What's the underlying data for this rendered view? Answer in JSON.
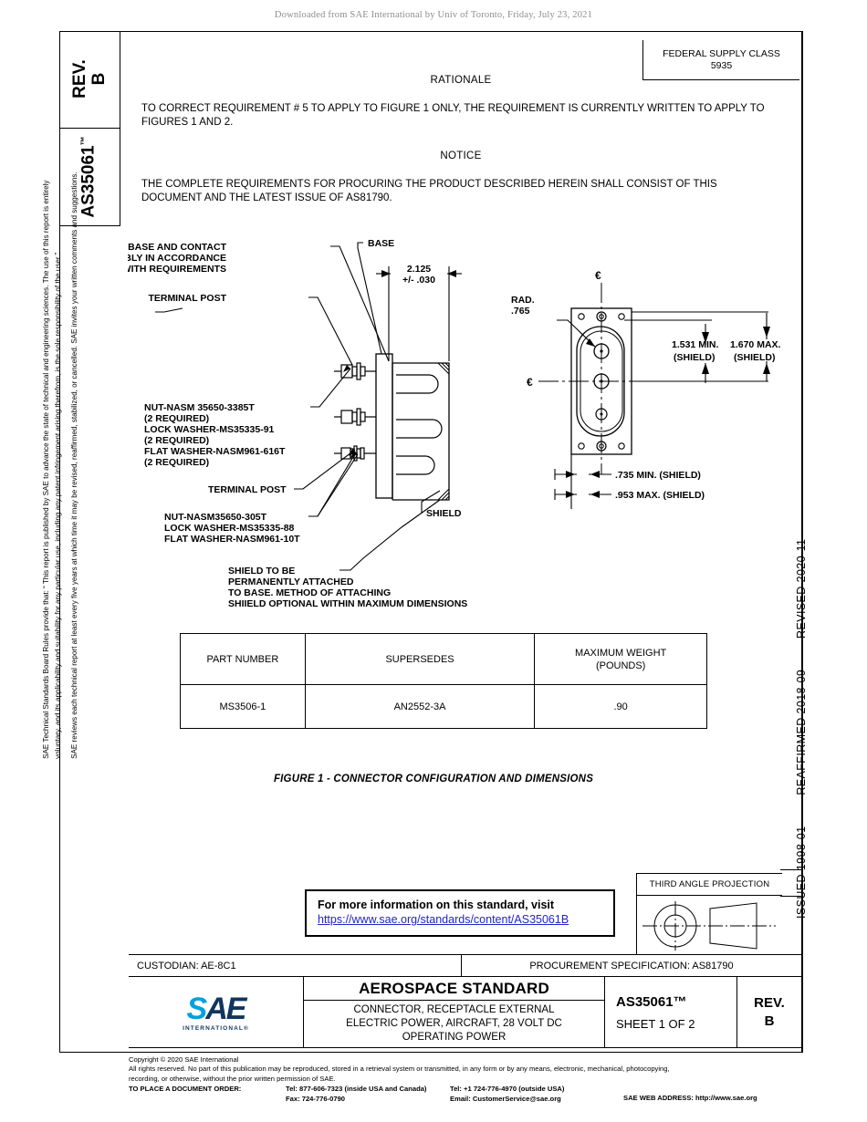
{
  "banner": {
    "text": "Downloaded from SAE International by Univ of Toronto, Friday, July 23, 2021"
  },
  "tabs": {
    "rev_label": "REV.",
    "rev_value": "B",
    "doc_number": "AS35061",
    "trademark": "™"
  },
  "margin": {
    "legal_line1": "SAE Technical Standards Board Rules provide that: “ This report is published by SAE to advance the state of technical and engineering sciences. The use of this report is entirely",
    "legal_line2": "voluntary, and its applicability and suitability for any particular use, including any patent infringement arising therefrom, is the sole responsibility of the user.”",
    "legal_line3": "SAE reviews each technical report at least every five years at which time it may be revised, reaffirmed, stabilized, or cancelled. SAE invites your written comments and suggestions.",
    "revised": "REVISED 2020-11",
    "reaffirmed": "REAFFIRMED 2018-09",
    "issued": "ISSUED 1998-01"
  },
  "fsc": {
    "title": "FEDERAL SUPPLY CLASS",
    "code": "5935"
  },
  "content": {
    "rationale_heading": "RATIONALE",
    "rationale_text": "TO CORRECT REQUIREMENT # 5 TO APPLY TO FIGURE 1 ONLY, THE REQUIREMENT IS CURRENTLY WRITTEN TO APPLY TO FIGURES 1 AND 2.",
    "notice_heading": "NOTICE",
    "notice_text": "THE COMPLETE REQUIREMENTS FOR PROCURING THE PRODUCT DESCRIBED HEREIN SHALL CONSIST OF THIS DOCUMENT AND THE LATEST ISSUE OF AS81790."
  },
  "drawing": {
    "label_base": "BASE",
    "label_base_contact_1": "BASE AND CONTACT",
    "label_base_contact_2": "ASSEMBLY IN ACCORDANCE",
    "label_base_contact_3": "WITH REQUIREMENTS",
    "label_terminal_post_top": "TERMINAL POST",
    "hw_top_1": "NUT-NASM 35650-3385T",
    "hw_top_2": "(2 REQUIRED)",
    "hw_top_3": "LOCK WASHER-MS35335-91",
    "hw_top_4": "(2 REQUIRED)",
    "hw_top_5": "FLAT WASHER-NASM961-616T",
    "hw_top_6": "(2 REQUIRED)",
    "label_terminal_post_mid": "TERMINAL POST",
    "hw_bot_1": "NUT-NASM35650-305T",
    "hw_bot_2": "LOCK WASHER-MS35335-88",
    "hw_bot_3": "FLAT WASHER-NASM961-10T",
    "label_shield": "SHIELD",
    "note_1": "SHIELD TO BE",
    "note_2": "PERMANENTLY ATTACHED",
    "note_3": "TO BASE.  METHOD OF ATTACHING",
    "note_4": "SHIIELD OPTIONAL WITHIN MAXIMUM DIMENSIONS",
    "dim_len_1": "2.125",
    "dim_len_2": "+/- .030",
    "rad_1": "RAD.",
    "rad_2": ".765",
    "cl_symbol": "℄",
    "dim_1531_a": "1.531 MIN.",
    "dim_1531_b": "(SHIELD)",
    "dim_1670_a": "1.670 MAX.",
    "dim_1670_b": "(SHIELD)",
    "dim_735": ".735 MIN. (SHIELD)",
    "dim_953": ".953 MAX. (SHIELD)"
  },
  "table": {
    "headers": [
      "PART NUMBER",
      "SUPERSEDES",
      "MAXIMUM WEIGHT\n(POUNDS)"
    ],
    "header_0": "PART NUMBER",
    "header_1": "SUPERSEDES",
    "header_2a": "MAXIMUM WEIGHT",
    "header_2b": "(POUNDS)",
    "row_0": "MS3506-1",
    "row_1": "AN2552-3A",
    "row_2": ".90"
  },
  "figure_caption": "FIGURE 1 - CONNECTOR CONFIGURATION AND DIMENSIONS",
  "info_box": {
    "line1": "For more information on this standard, visit",
    "line2": "https://www.sae.org/standards/content/AS35061B"
  },
  "projection": {
    "title": "THIRD ANGLE PROJECTION"
  },
  "custodian": {
    "custodian": "CUSTODIAN: AE-8C1",
    "procurement": "PROCUREMENT SPECIFICATION: AS81790"
  },
  "title_block": {
    "logo_s": "S",
    "logo_ae": "AE",
    "logo_sub": "INTERNATIONAL®",
    "standard_type": "AEROSPACE STANDARD",
    "desc_1": "CONNECTOR, RECEPTACLE EXTERNAL",
    "desc_2": "ELECTRIC POWER, AIRCRAFT, 28 VOLT DC",
    "desc_3": "OPERATING POWER",
    "doc_number": "AS35061™",
    "sheet": "SHEET 1 OF 2",
    "rev_label": "REV.",
    "rev_value": "B"
  },
  "footer": {
    "copyright": "Copyright © 2020 SAE International",
    "rights_1": "All rights reserved. No part of this publication may be reproduced, stored in a retrieval system or transmitted, in any form or by any means, electronic, mechanical, photocopying,",
    "rights_2": "recording, or otherwise, without the prior written permission of SAE.",
    "order_label": "TO PLACE A DOCUMENT ORDER:",
    "tel_inside": "Tel: 877-606-7323 (inside USA and Canada)",
    "fax": "Fax: 724-776-0790",
    "tel_outside": "Tel: +1 724-776-4970 (outside USA)",
    "email": "Email: CustomerService@sae.org",
    "web": "SAE WEB ADDRESS: http://www.sae.org"
  },
  "colors": {
    "logo_light": "#00a0df",
    "logo_dark": "#10355e",
    "link": "#2222cc",
    "banner": "#8d8d8d"
  }
}
